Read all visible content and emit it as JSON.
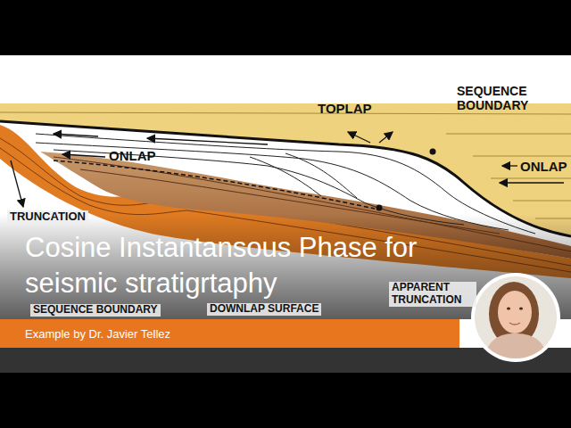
{
  "diagram": {
    "title": "Cosine Instantansous Phase for seismic stratigrtaphy",
    "nodes": [
      {
        "text": [
          "Example by Dr. Javier Tellez"
        ]
      }
    ],
    "labels": [
      "TOPLAP",
      "SEQUENCE BOUNDARY",
      "ONLAP",
      "ONLAP",
      "TRUNCATION",
      "SEQUENCE BOUNDARY",
      "DOWNLAP SURFACE",
      "APPARENT TRUNCATION"
    ]
  }
}
